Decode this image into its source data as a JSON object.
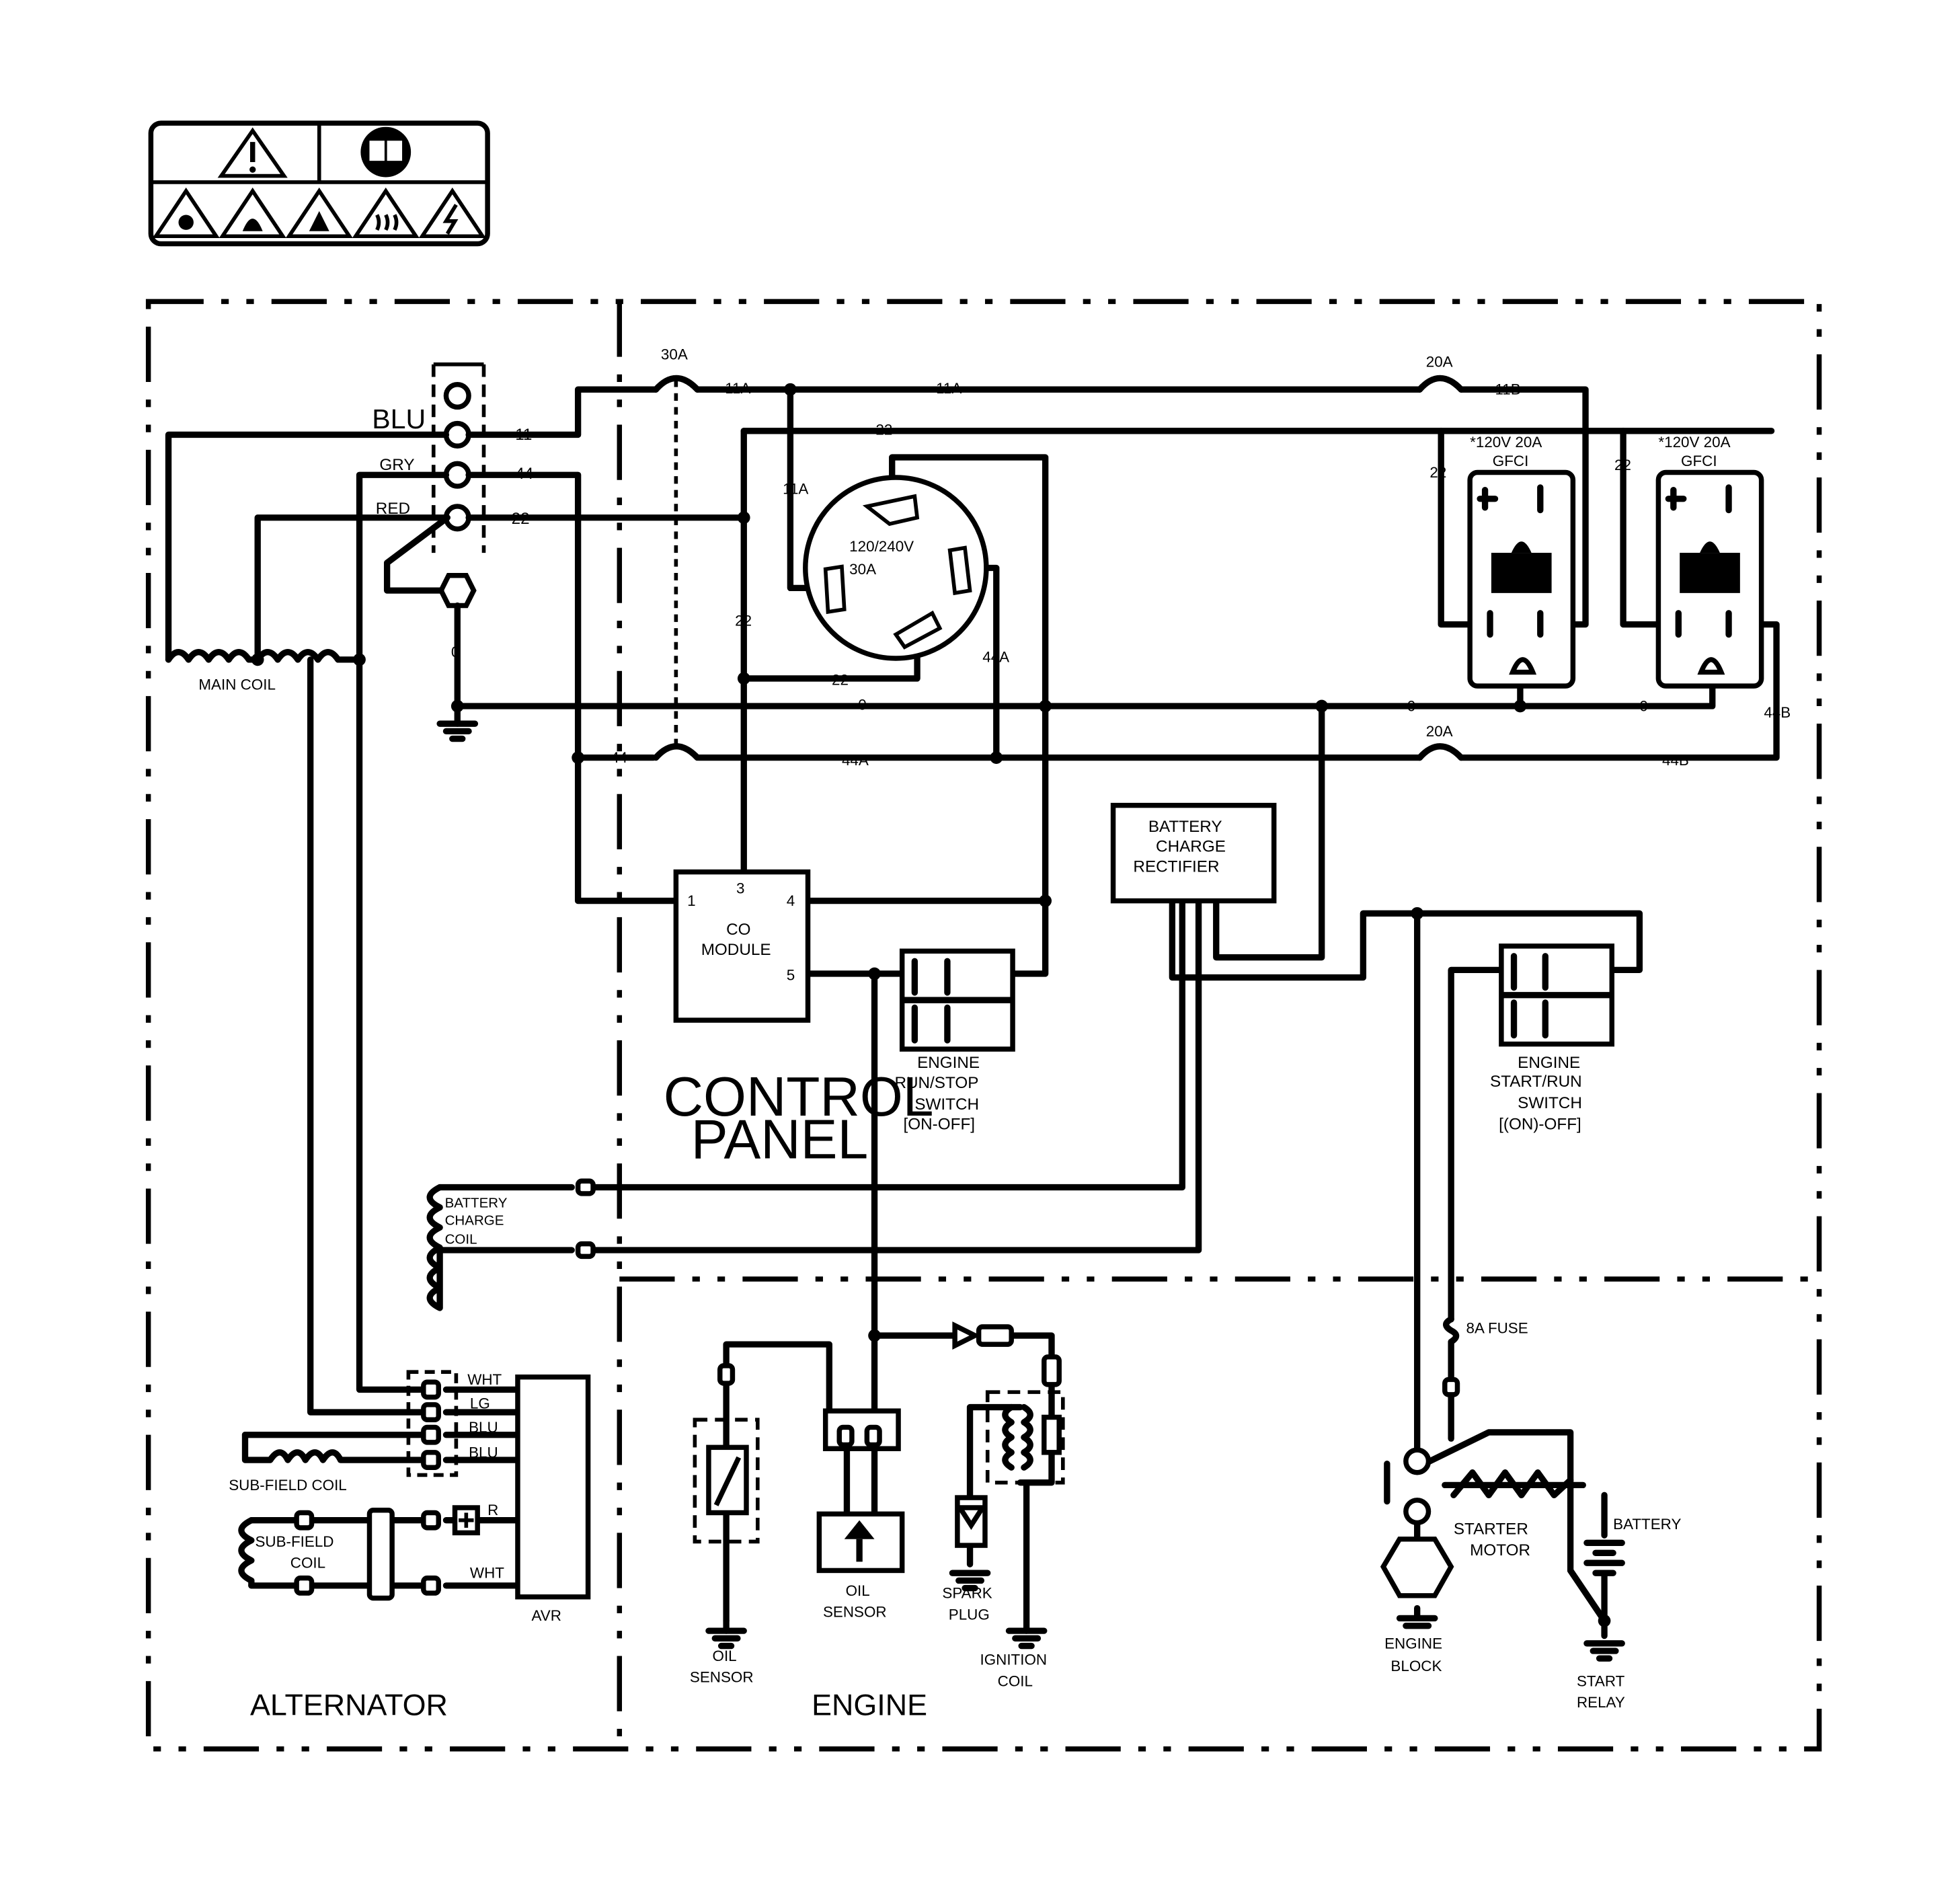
{
  "labels": {
    "blu": "BLU",
    "gry": "GRY",
    "red": "RED",
    "w11": "11",
    "w44": "44",
    "w22": "22",
    "w0": "0",
    "main_coil": "MAIN COIL",
    "breaker_30a": "30A",
    "w11a": "11A",
    "w22_top": "22",
    "w11b": "11B",
    "breaker_20a": "20A",
    "breaker_20a_b": "20A",
    "gfci": "*120V 20A\nGFCI",
    "receptacle": "120/240V\n30A",
    "w44a": "44A",
    "w44b": "44B",
    "battery_charge_rectifier": "BATTERY\nCHARGE\nRECTIFIER",
    "co_module": "CO\nMODULE",
    "co_pins": [
      "1",
      "3",
      "4",
      "5"
    ],
    "run_stop_switch": "ENGINE\nRUN/STOP\nSWITCH\n[ON-OFF]",
    "start_run_switch": "ENGINE\nSTART/RUN\nSWITCH\n[(ON)-OFF]",
    "control_panel": "CONTROL\nPANEL",
    "battery_charge_coil": "BATTERY\nCHARGE\nCOIL",
    "wht": "WHT",
    "lg": "LG",
    "r": "R",
    "sub_field_coil_1": "SUB-FIELD COIL",
    "sub_field_coil_2": "SUB-FIELD\nCOIL",
    "avr": "AVR",
    "alternator": "ALTERNATOR",
    "engine": "ENGINE",
    "oil_sensor": "OIL\nSENSOR",
    "spark_plug": "SPARK\nPLUG",
    "ignition_coil": "IGNITION\nCOIL",
    "fuse_8a": "8A FUSE",
    "starter_motor": "STARTER\nMOTOR",
    "battery": "BATTERY",
    "engine_block": "ENGINE\nBLOCK",
    "start_relay": "START\nRELAY"
  },
  "icons": {
    "warning_banner": [
      "warning-icon",
      "read-manual-icon",
      "toxic-fumes-icon",
      "fire-icon",
      "explosion-icon",
      "hot-surface-icon",
      "shock-icon"
    ]
  }
}
